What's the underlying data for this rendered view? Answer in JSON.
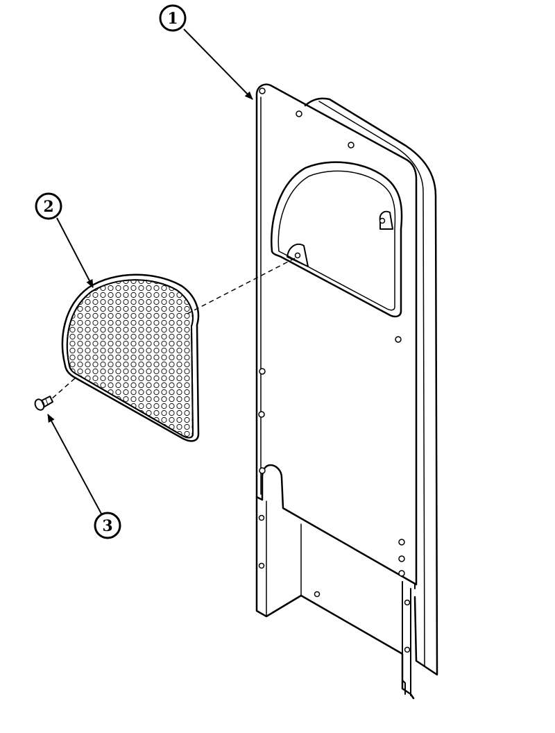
{
  "callouts": {
    "panel": {
      "label": "1"
    },
    "grille": {
      "label": "2"
    },
    "screw": {
      "label": "3"
    }
  },
  "colors": {
    "line": "#000000",
    "background": "#ffffff"
  }
}
